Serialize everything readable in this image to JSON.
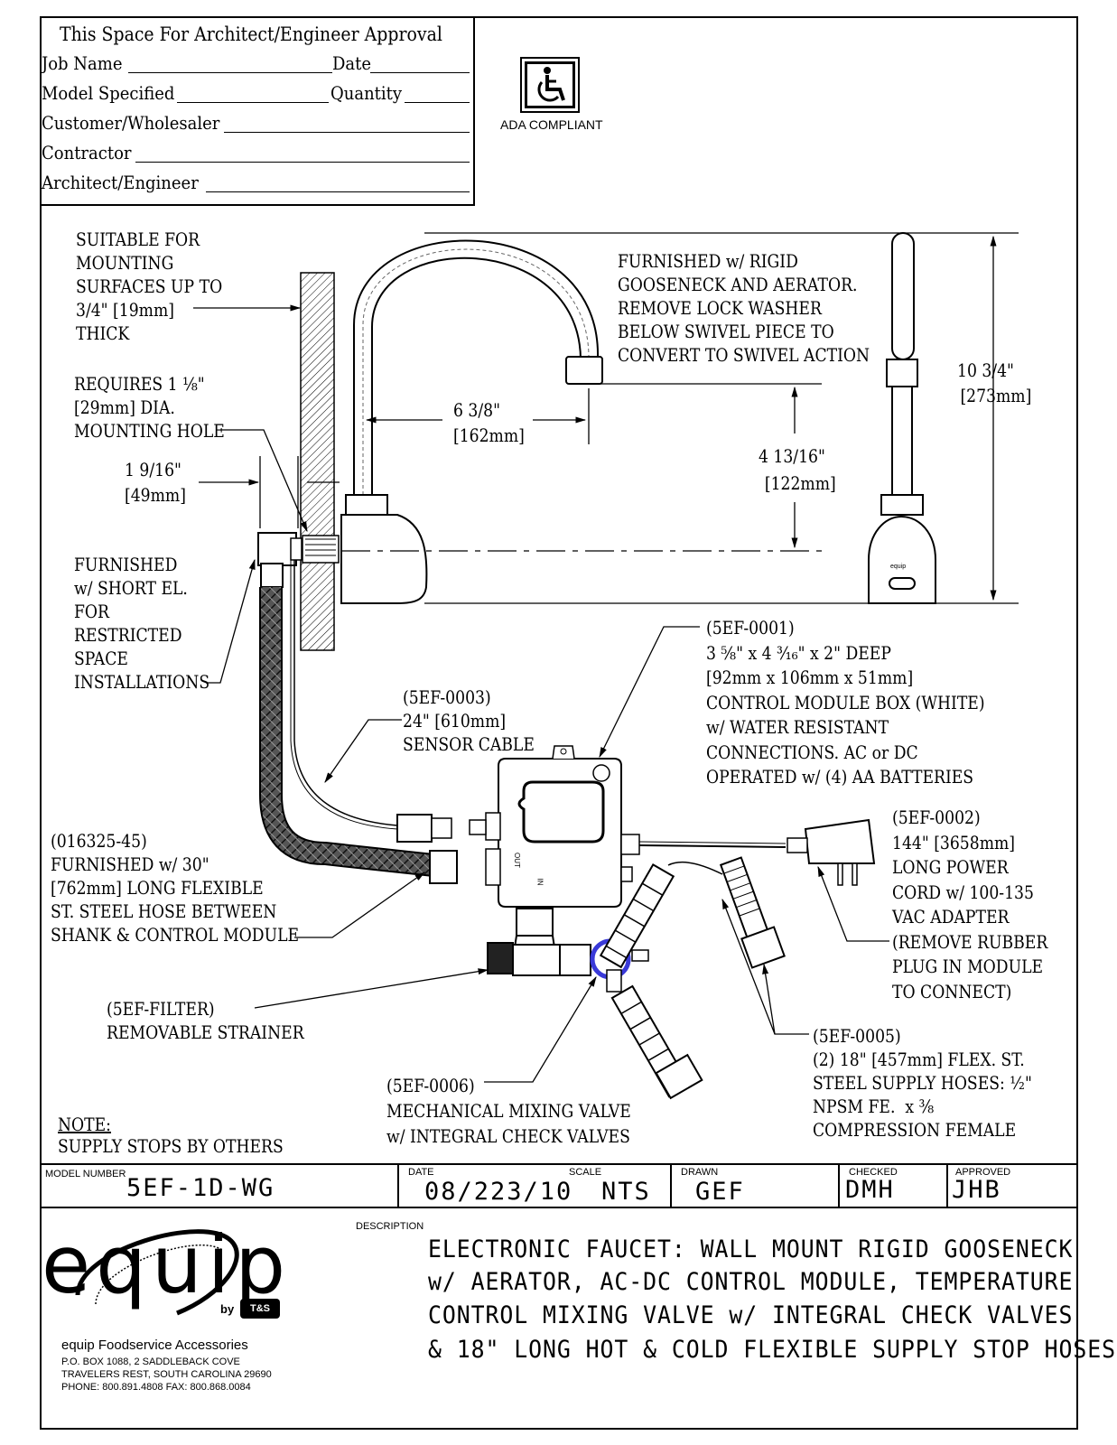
{
  "approval": {
    "title": "This Space For Architect/Engineer Approval",
    "job_name": "Job Name",
    "date": "Date",
    "model_specified": "Model Specified",
    "quantity": "Quantity",
    "customer": "Customer/Wholesaler",
    "contractor": "Contractor",
    "architect": "Architect/Engineer"
  },
  "ada": {
    "label": "ADA COMPLIANT",
    "icon": "wheelchair-icon"
  },
  "notes": {
    "mounting": [
      "SUITABLE FOR",
      "MOUNTING",
      "SURFACES UP TO",
      "3/4\" [19mm]",
      "THICK"
    ],
    "hole": [
      "REQUIRES 1 ⅛\"",
      "[29mm] DIA.",
      "MOUNTING HOLE"
    ],
    "offset": [
      "1 9/16\"",
      "[49mm]"
    ],
    "short_el": [
      "FURNISHED",
      "w/ SHORT EL.",
      "FOR",
      "RESTRICTED",
      "SPACE",
      "INSTALLATIONS"
    ],
    "gooseneck": [
      "FURNISHED w/ RIGID",
      "GOOSENECK AND AERATOR.",
      "REMOVE LOCK WASHER",
      "BELOW SWIVEL PIECE TO",
      "CONVERT TO SWIVEL ACTION"
    ],
    "reach": [
      "6 3/8\"",
      "[162mm]"
    ],
    "spout_height": [
      "4 13/16\"",
      "[122mm]"
    ],
    "total_height": [
      "10 3/4\"",
      "[273mm]"
    ],
    "control_box": [
      "(5EF-0001)",
      "3 ⅝\" x 4 ³⁄₁₆\" x 2\" DEEP",
      "[92mm x 106mm x 51mm]",
      "CONTROL MODULE BOX (WHITE)",
      "w/ WATER RESISTANT",
      "CONNECTIONS. AC or DC",
      "OPERATED w/ (4) AA BATTERIES"
    ],
    "sensor_cable": [
      "(5EF-0003)",
      "24\" [610mm]",
      "SENSOR CABLE"
    ],
    "power_cord": [
      "(5EF-0002)",
      "144\" [3658mm]",
      "LONG POWER",
      "CORD w/ 100-135",
      "VAC ADAPTER",
      "(REMOVE RUBBER",
      "PLUG IN MODULE",
      "TO CONNECT)"
    ],
    "flex_hose": [
      "(016325-45)",
      "FURNISHED w/ 30\"",
      "[762mm] LONG FLEXIBLE",
      "ST. STEEL HOSE BETWEEN",
      "SHANK & CONTROL MODULE"
    ],
    "strainer": [
      "(5EF-FILTER)",
      "REMOVABLE STRAINER"
    ],
    "supply_hoses": [
      "(5EF-0005)",
      "(2) 18\" [457mm] FLEX. ST.",
      "STEEL SUPPLY HOSES: ½\"",
      "NPSM FE.  x ⅜",
      "COMPRESSION FEMALE"
    ],
    "mixing_valve": [
      "(5EF-0006)",
      "MECHANICAL MIXING VALVE",
      "w/ INTEGRAL CHECK VALVES"
    ],
    "note_title": "NOTE:",
    "note_text": "SUPPLY STOPS BY OTHERS",
    "brand_badge": "equip",
    "out_label": "OUT",
    "in_label": "IN"
  },
  "title_block": {
    "model_number_label": "MODEL NUMBER",
    "model_number": "5EF-1D-WG",
    "date_label": "DATE",
    "date": "08/223/10",
    "scale_label": "SCALE",
    "scale": "NTS",
    "drawn_label": "DRAWN",
    "drawn": "GEF",
    "checked_label": "CHECKED",
    "checked": "DMH",
    "approved_label": "APPROVED",
    "approved": "JHB",
    "description_label": "DESCRIPTION",
    "description_lines": [
      "ELECTRONIC FAUCET: WALL MOUNT RIGID GOOSENECK",
      "w/ AERATOR, AC-DC CONTROL MODULE, TEMPERATURE",
      "CONTROL MIXING VALVE w/ INTEGRAL CHECK VALVES",
      "& 18\" LONG HOT & COLD FLEXIBLE SUPPLY STOP HOSES"
    ]
  },
  "company": {
    "logo_text": "equip",
    "by": "by",
    "ts": "T&S",
    "name": "equip Foodservice Accessories",
    "address1": "P.O. BOX 1088, 2 SADDLEBACK COVE",
    "address2": "TRAVELERS REST, SOUTH CAROLINA 29690",
    "phone": "PHONE: 800.891.4808    FAX: 800.868.0084"
  },
  "colors": {
    "valve_handle": "#3a3ad8"
  }
}
